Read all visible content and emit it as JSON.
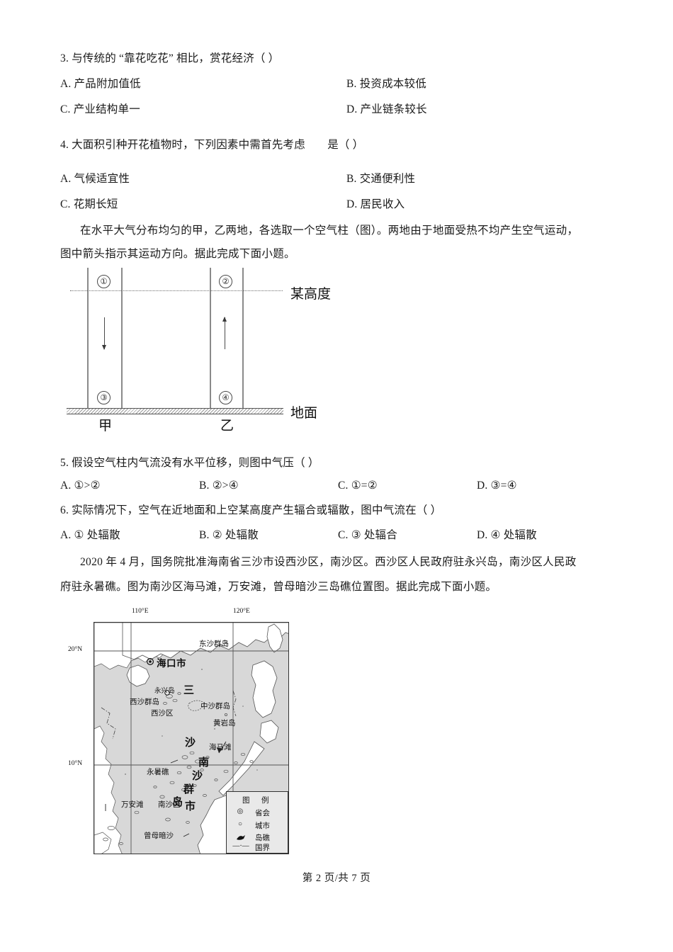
{
  "document": {
    "page_label": "第 2 页/共 7 页"
  },
  "questions": [
    {
      "id": "q3",
      "stem": "3. 与传统的 “靠花吃花” 相比，赏花经济（  ）",
      "options": [
        "A. 产品附加值低",
        "B. 投资成本较低",
        "C. 产业结构单一",
        "D. 产业链条较长"
      ]
    },
    {
      "id": "q4",
      "stem": "4. 大面积引种开花植物时，下列因素中需首先考虑　　是（  ）",
      "options": [
        "A. 气候适宜性",
        "B. 交通便利性",
        "C. 花期长短",
        "D. 居民收入"
      ]
    },
    {
      "id": "q5",
      "stem": "5. 假设空气柱内气流没有水平位移，则图中气压（  ）",
      "options": [
        "A. ①>②",
        "B. ②>④",
        "C. ①=②",
        "D. ③=④"
      ]
    },
    {
      "id": "q6",
      "stem": "6. 实际情况下，空气在近地面和上空某高度产生辐合或辐散，图中气流在（  ）",
      "options": [
        "A. ① 处辐散",
        "B. ② 处辐散",
        "C. ③ 处辐合",
        "D. ④ 处辐散"
      ]
    }
  ],
  "passages": [
    {
      "id": "passage-air-column",
      "lines": [
        "在水平大气分布均匀的甲，乙两地，各选取一个空气柱（图）。两地由于地面受热不均产生空气运动，",
        "图中箭头指示其运动方向。据此完成下面小题。"
      ]
    },
    {
      "id": "passage-sansha",
      "lines": [
        "2020 年 4 月，国务院批准海南省三沙市设西沙区，南沙区。西沙区人民政府驻永兴岛，南沙区人民政",
        "府驻永暑礁。图为南沙区海马滩，万安滩，曾母暗沙三岛礁位置图。据此完成下面小题。"
      ]
    }
  ],
  "air_column_figure": {
    "markers": [
      "①",
      "②",
      "③",
      "④"
    ],
    "height_label": "某高度",
    "ground_label": "地面",
    "column_labels": [
      "甲",
      "乙"
    ],
    "arrows": [
      {
        "column": "甲",
        "direction": "down"
      },
      {
        "column": "乙",
        "direction": "up"
      }
    ]
  },
  "map_figure": {
    "lon_labels": [
      "110°E",
      "120°E"
    ],
    "lat_labels": [
      "20°N",
      "10°N"
    ],
    "place_names": [
      "东沙群岛",
      "海口市",
      "永兴岛",
      "西沙群岛",
      "西沙区",
      "中沙群岛",
      "黄岩岛",
      "海马滩",
      "永暑礁",
      "万安滩",
      "南沙区",
      "曾母暗沙"
    ],
    "city_name_vertical": [
      "三",
      "沙",
      "南",
      "沙",
      "群",
      "岛",
      "市"
    ],
    "legend": {
      "title": "图　例",
      "entries": [
        {
          "symbol": "◎",
          "label": "省会"
        },
        {
          "symbol": "○",
          "label": "城市"
        },
        {
          "symbol": "island-reef",
          "label": "岛礁"
        },
        {
          "symbol": "—·—",
          "label": "国界"
        }
      ]
    }
  },
  "colors": {
    "sea": "#d8d8d8",
    "land": "#ffffff",
    "ink": "#1a1a1a",
    "rule": "#8a8a8a"
  }
}
